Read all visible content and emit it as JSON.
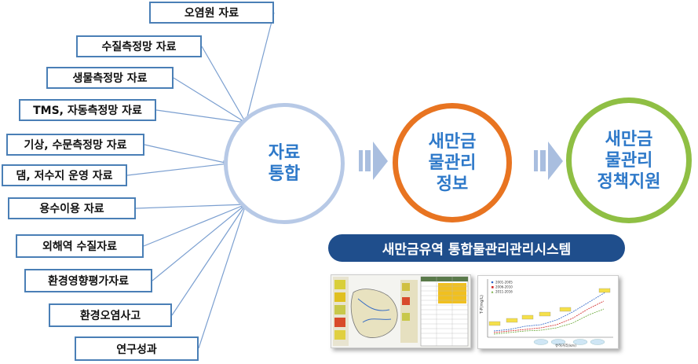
{
  "sources": [
    {
      "label": "오염원 자료"
    },
    {
      "label": "수질측정망 자료"
    },
    {
      "label": "생물측정망 자료"
    },
    {
      "label": "TMS, 자동측정망 자료"
    },
    {
      "label": "기상, 수문측정망 자료"
    },
    {
      "label": "댐, 저수지 운영 자료"
    },
    {
      "label": "용수이용 자료"
    },
    {
      "label": "외해역 수질자료"
    },
    {
      "label": "환경영향평가자료"
    },
    {
      "label": "환경오염사고"
    },
    {
      "label": "연구성과"
    }
  ],
  "hub": {
    "label": "자료\n통합"
  },
  "info": {
    "label": "새만금\n물관리\n정보"
  },
  "policy": {
    "label": "새만금\n물관리\n정책지원"
  },
  "banner": {
    "label": "새만금유역 통합물관리관리시스템"
  },
  "chart_thumb": {
    "legend": [
      "2001-2005",
      "2006-2010",
      "2011-2016"
    ],
    "ylabel": "T-P(mg/L)",
    "xlabel": "유하거리(km)"
  },
  "colors": {
    "box_border": "#4a7fb6",
    "hub_ring": "#b7c9e6",
    "info_ring": "#e87421",
    "policy_ring": "#8fbf44",
    "circle_text": "#2e79c9",
    "banner_bg": "#1f4e8c",
    "arrow": "#a9bedf"
  }
}
